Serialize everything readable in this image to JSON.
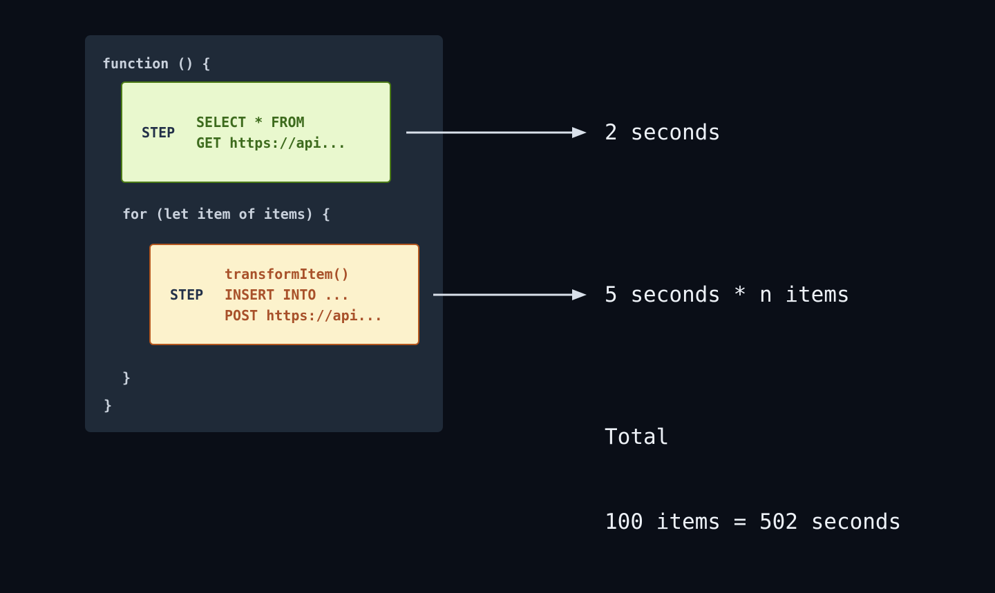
{
  "diagram": {
    "code": {
      "function_open": "function () {",
      "for_open": "for (let item of items) {",
      "for_close": "}",
      "function_close": "}"
    },
    "steps": [
      {
        "label": "STEP",
        "lines": [
          "SELECT * FROM",
          "GET https://api..."
        ],
        "annotation": "2 seconds",
        "bg_color": "#e9f8ce",
        "border_color": "#4b7a16",
        "text_color": "#3d6b1d"
      },
      {
        "label": "STEP",
        "lines": [
          "transformItem()",
          "INSERT INTO ...",
          "POST https://api..."
        ],
        "annotation": "5 seconds * n items",
        "bg_color": "#fcf2cc",
        "border_color": "#b4571f",
        "text_color": "#a8512a"
      }
    ],
    "total": {
      "title": "Total",
      "detail": "100 items = 502 seconds"
    },
    "colors": {
      "background": "#0a0e17",
      "panel": "#1f2a38",
      "code_text": "#c9d1dc",
      "step_label_text": "#223048",
      "arrow": "#d9e0ea",
      "annotation_text": "#edf1f7"
    }
  }
}
